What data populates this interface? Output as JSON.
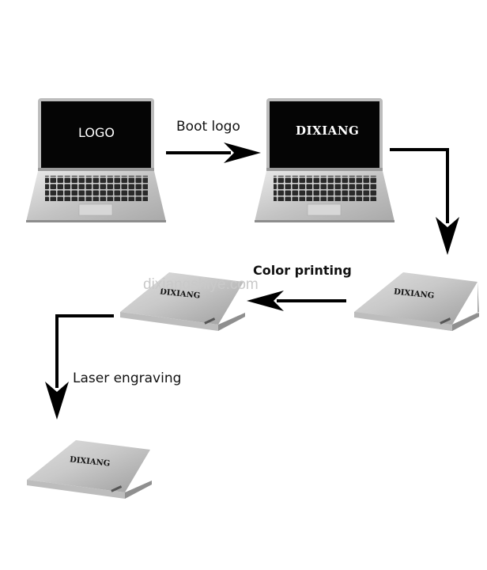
{
  "steps": {
    "boot_logo": "Boot logo",
    "color_printing": "Color printing",
    "laser_engraving": "Laser engraving"
  },
  "screens": {
    "placeholder": "LOGO",
    "brand": "DIXIANG"
  },
  "lid_brand": "DIXIANG",
  "watermark": "dixiangshiye.com"
}
